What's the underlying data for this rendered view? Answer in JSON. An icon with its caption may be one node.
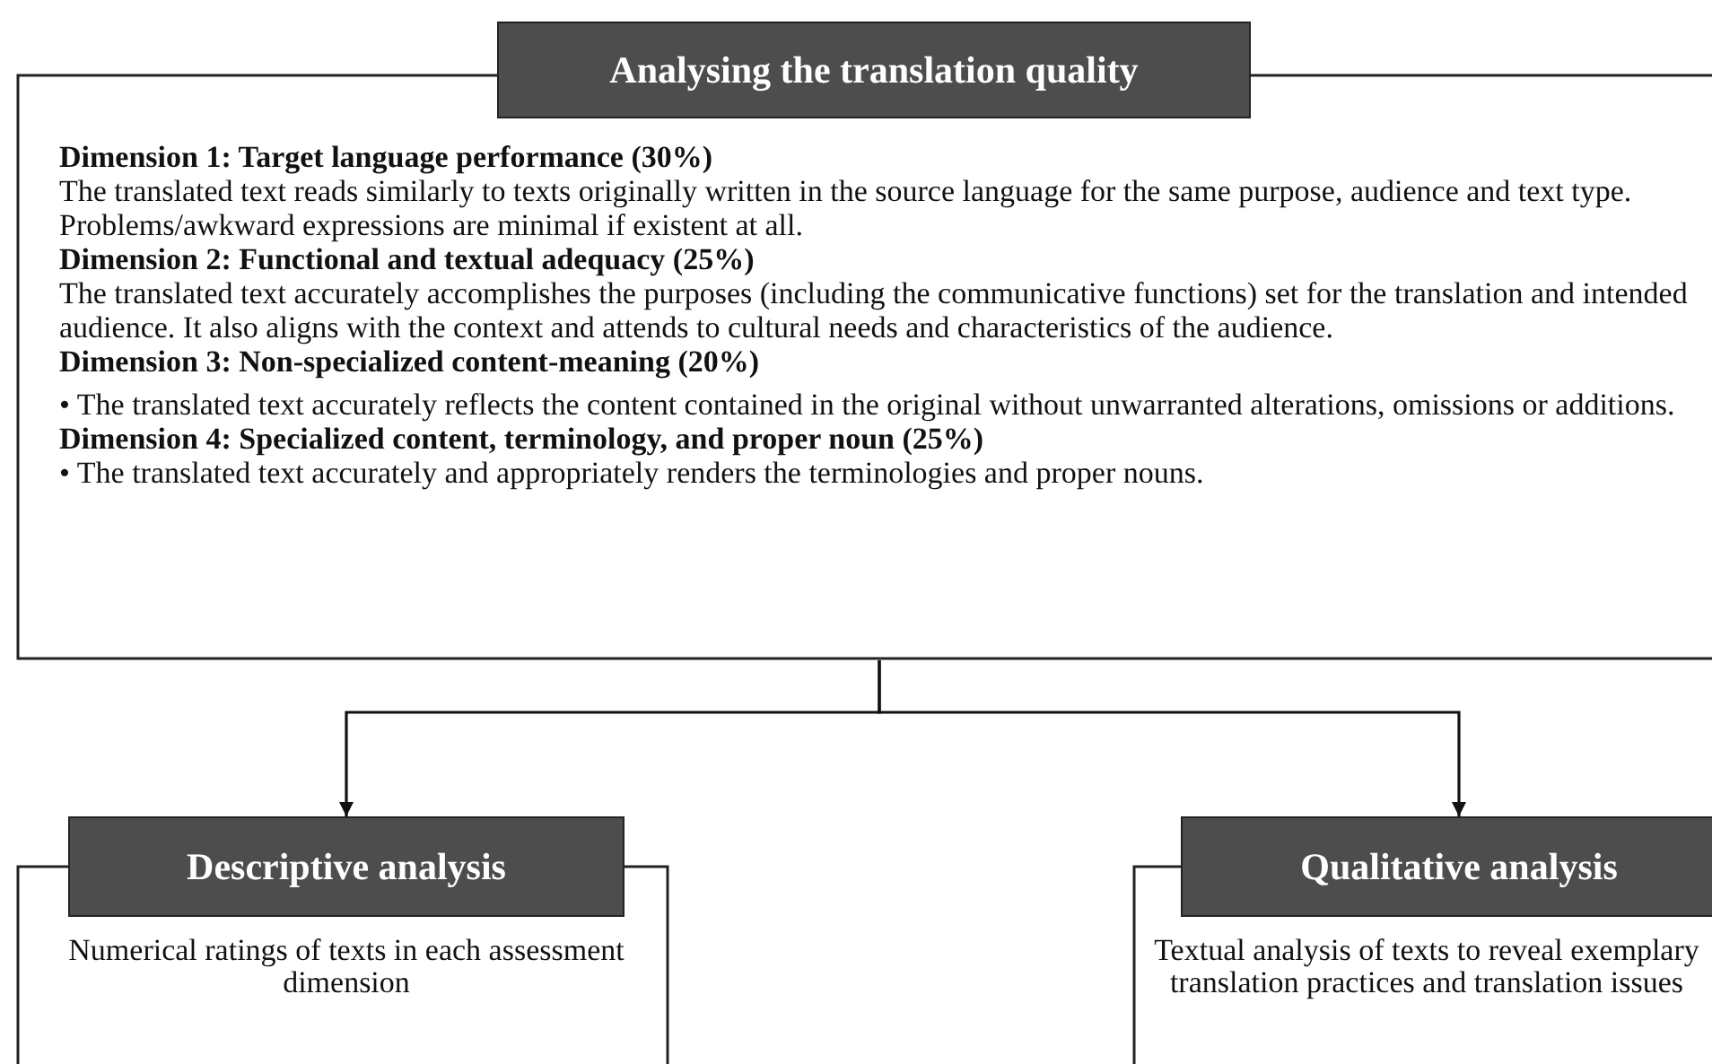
{
  "diagram": {
    "nodes": [
      {
        "text": [
          "Analysing the translation quality",
          "Dimension 1: Target language performance (30%)",
          "The translated text reads similarly to texts originally written in the source language for the same purpose, audience and text type. Problems/awkward expressions are minimal if existent at all.",
          "Dimension 2: Functional and textual adequacy (25%)",
          "The translated text accurately accomplishes the purposes (including the communicative functions) set for the translation and intended audience. It also aligns with the context and attends to cultural needs and characteristics of the audience.",
          "Dimension 3: Non-specialized content-meaning (20%)",
          "• The translated text accurately reflects the content contained in the original without unwarranted alterations, omissions or additions.",
          "Dimension 4: Specialized content, terminology, and proper noun (25%)",
          "• The translated text accurately and appropriately renders the terminologies and proper nouns."
        ]
      },
      {
        "text": [
          "Descriptive analysis",
          "Numerical ratings of texts in each assessment dimension"
        ]
      },
      {
        "text": [
          "Qualitative analysis",
          "Textual analysis of texts to reveal exemplary translation practices and translation issues"
        ]
      }
    ],
    "edges": [
      {
        "from": 0,
        "to": 1,
        "arrow": "to"
      },
      {
        "from": 0,
        "to": 2,
        "arrow": "to"
      }
    ]
  }
}
